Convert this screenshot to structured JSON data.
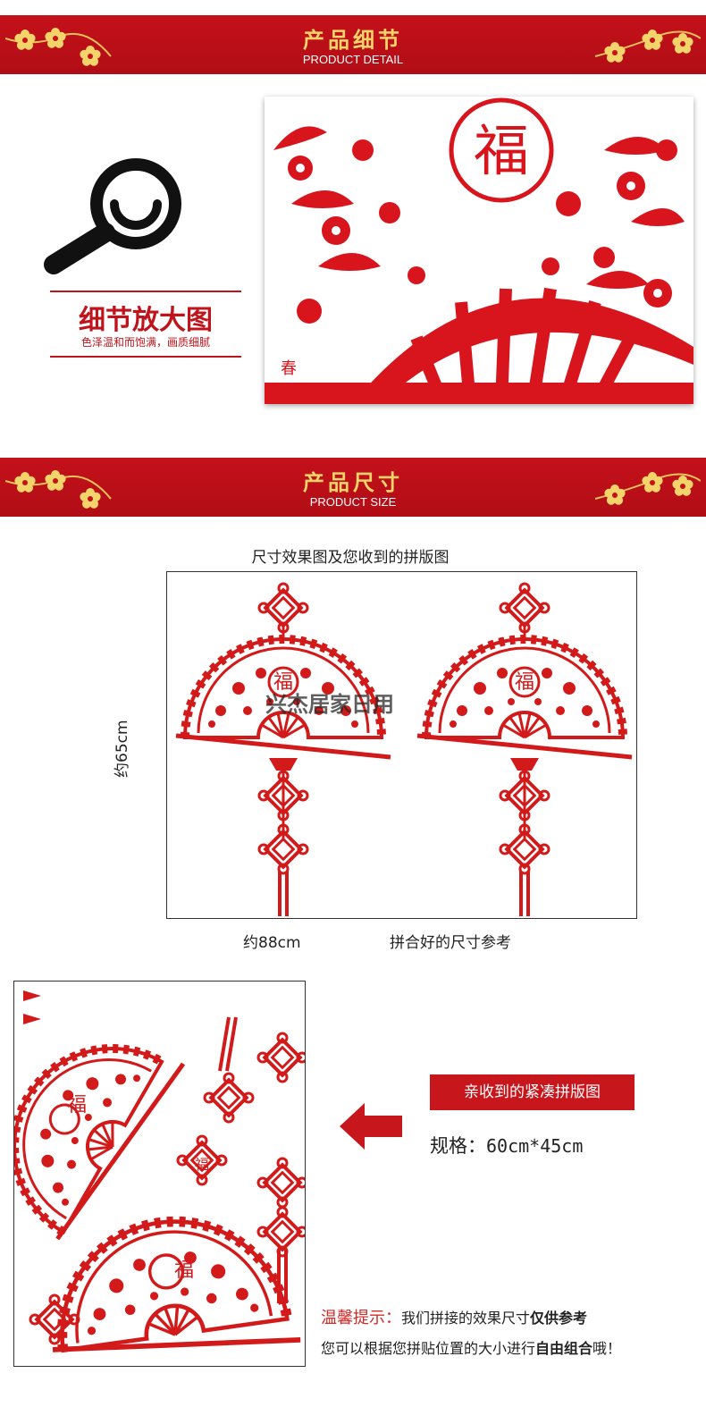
{
  "detail_banner": {
    "title": "产品细节",
    "subtitle": "PRODUCT DETAIL"
  },
  "detail_panel": {
    "title": "细节放大图",
    "subtitle": "色泽温和而饱满，画质细腻"
  },
  "detail_photo": {
    "fu_char": "福",
    "chun_char": "春"
  },
  "size_banner": {
    "title": "产品尺寸",
    "subtitle": "PRODUCT SIZE"
  },
  "size_section": {
    "caption_top": "尺寸效果图及您收到的拼版图",
    "height_label": "约65cm",
    "width_label": "约88cm",
    "assembled_label": "拼合好的尺寸参考",
    "watermark": "兴杰居家日用",
    "fu_char": "福"
  },
  "layout_section": {
    "received_label": "亲收到的紧凑拼版图",
    "spec_label": "规格：",
    "spec_value": "60cm*45cm",
    "fu_char": "福"
  },
  "tips": {
    "heading": "温馨提示：",
    "line1_pre": "我们拼接的效果尺寸",
    "line1_bold": "仅供参考",
    "line2_pre": "您可以根据您拼贴位置的大小进行",
    "line2_bold": "自由组合",
    "line2_post": "哦！"
  },
  "colors": {
    "brand_red": "#c0141c",
    "gold": "#f3d46a"
  }
}
